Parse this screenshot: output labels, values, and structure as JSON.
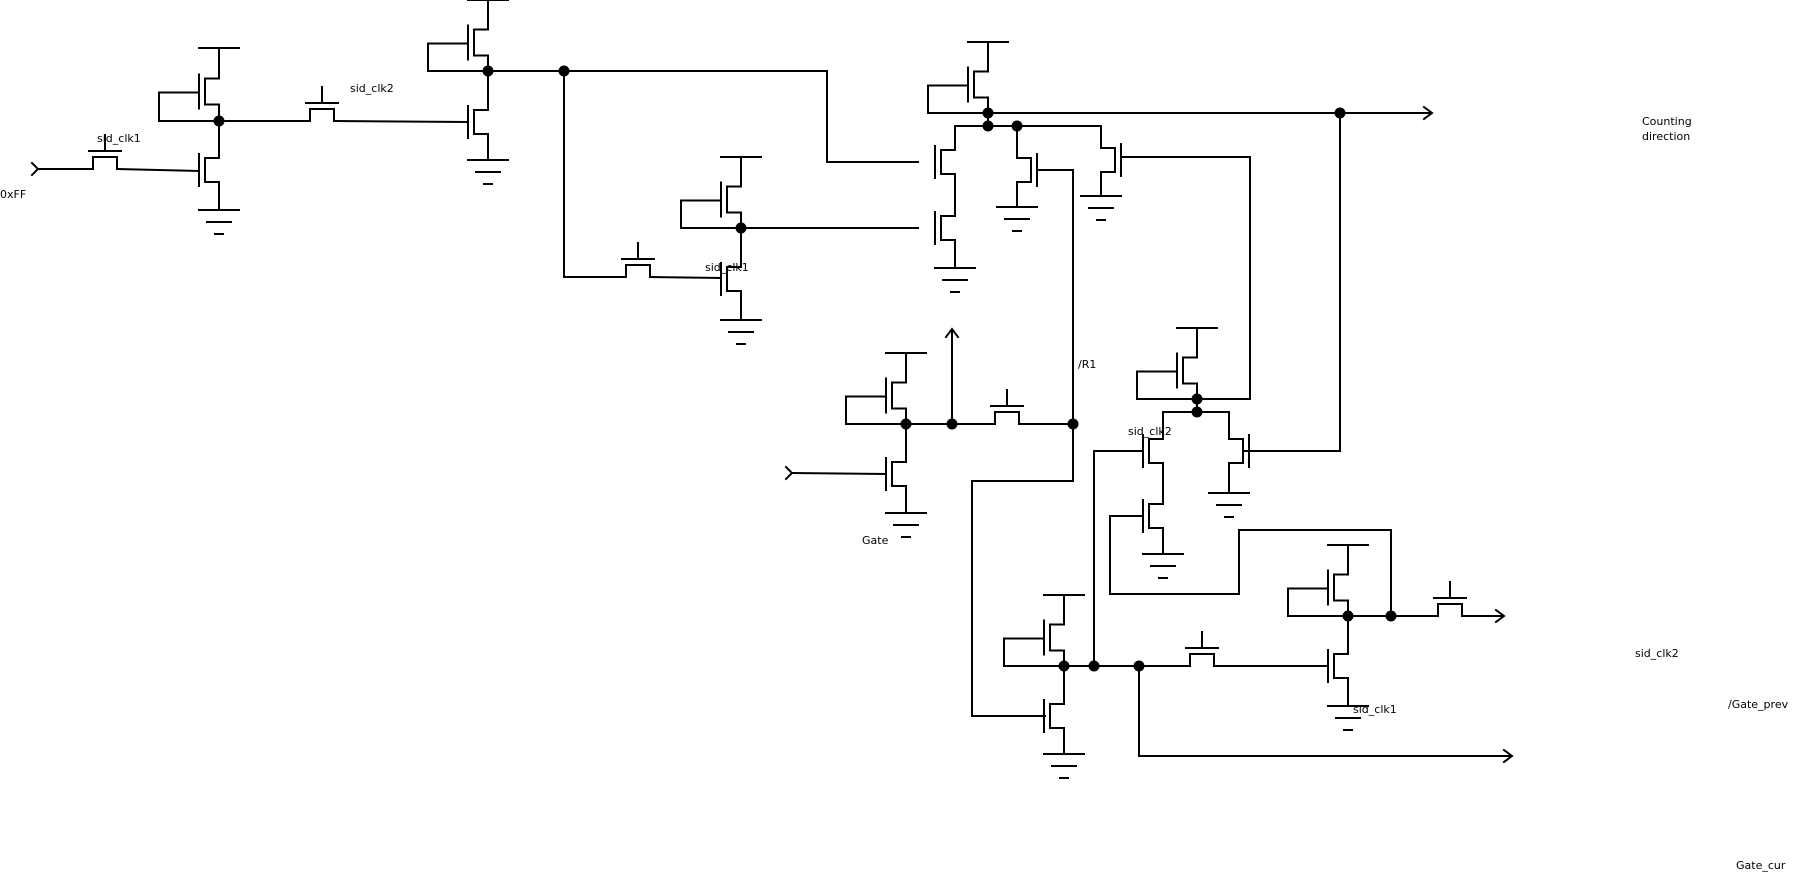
{
  "title": "SID oscillator sync / gate edge detection transistor schematic",
  "labels": {
    "input_0xff": "0xFF",
    "input_gate": "Gate",
    "output_counting_line1": "Counting",
    "output_counting_line2": "direction",
    "output_r1": "/R1",
    "output_gate_prev": "/Gate_prev",
    "output_gate_cur": "Gate_cur"
  },
  "pass_gates": [
    {
      "id": "pg1",
      "clock": "sid_clk1"
    },
    {
      "id": "pg2",
      "clock": "sid_clk2"
    },
    {
      "id": "pg3",
      "clock": "sid_clk1"
    },
    {
      "id": "pg4",
      "clock": "sid_clk2"
    },
    {
      "id": "pg5",
      "clock": "sid_clk1"
    },
    {
      "id": "pg6",
      "clock": "sid_clk2"
    }
  ],
  "colors": {
    "wire": "#000000",
    "background": "#ffffff"
  }
}
